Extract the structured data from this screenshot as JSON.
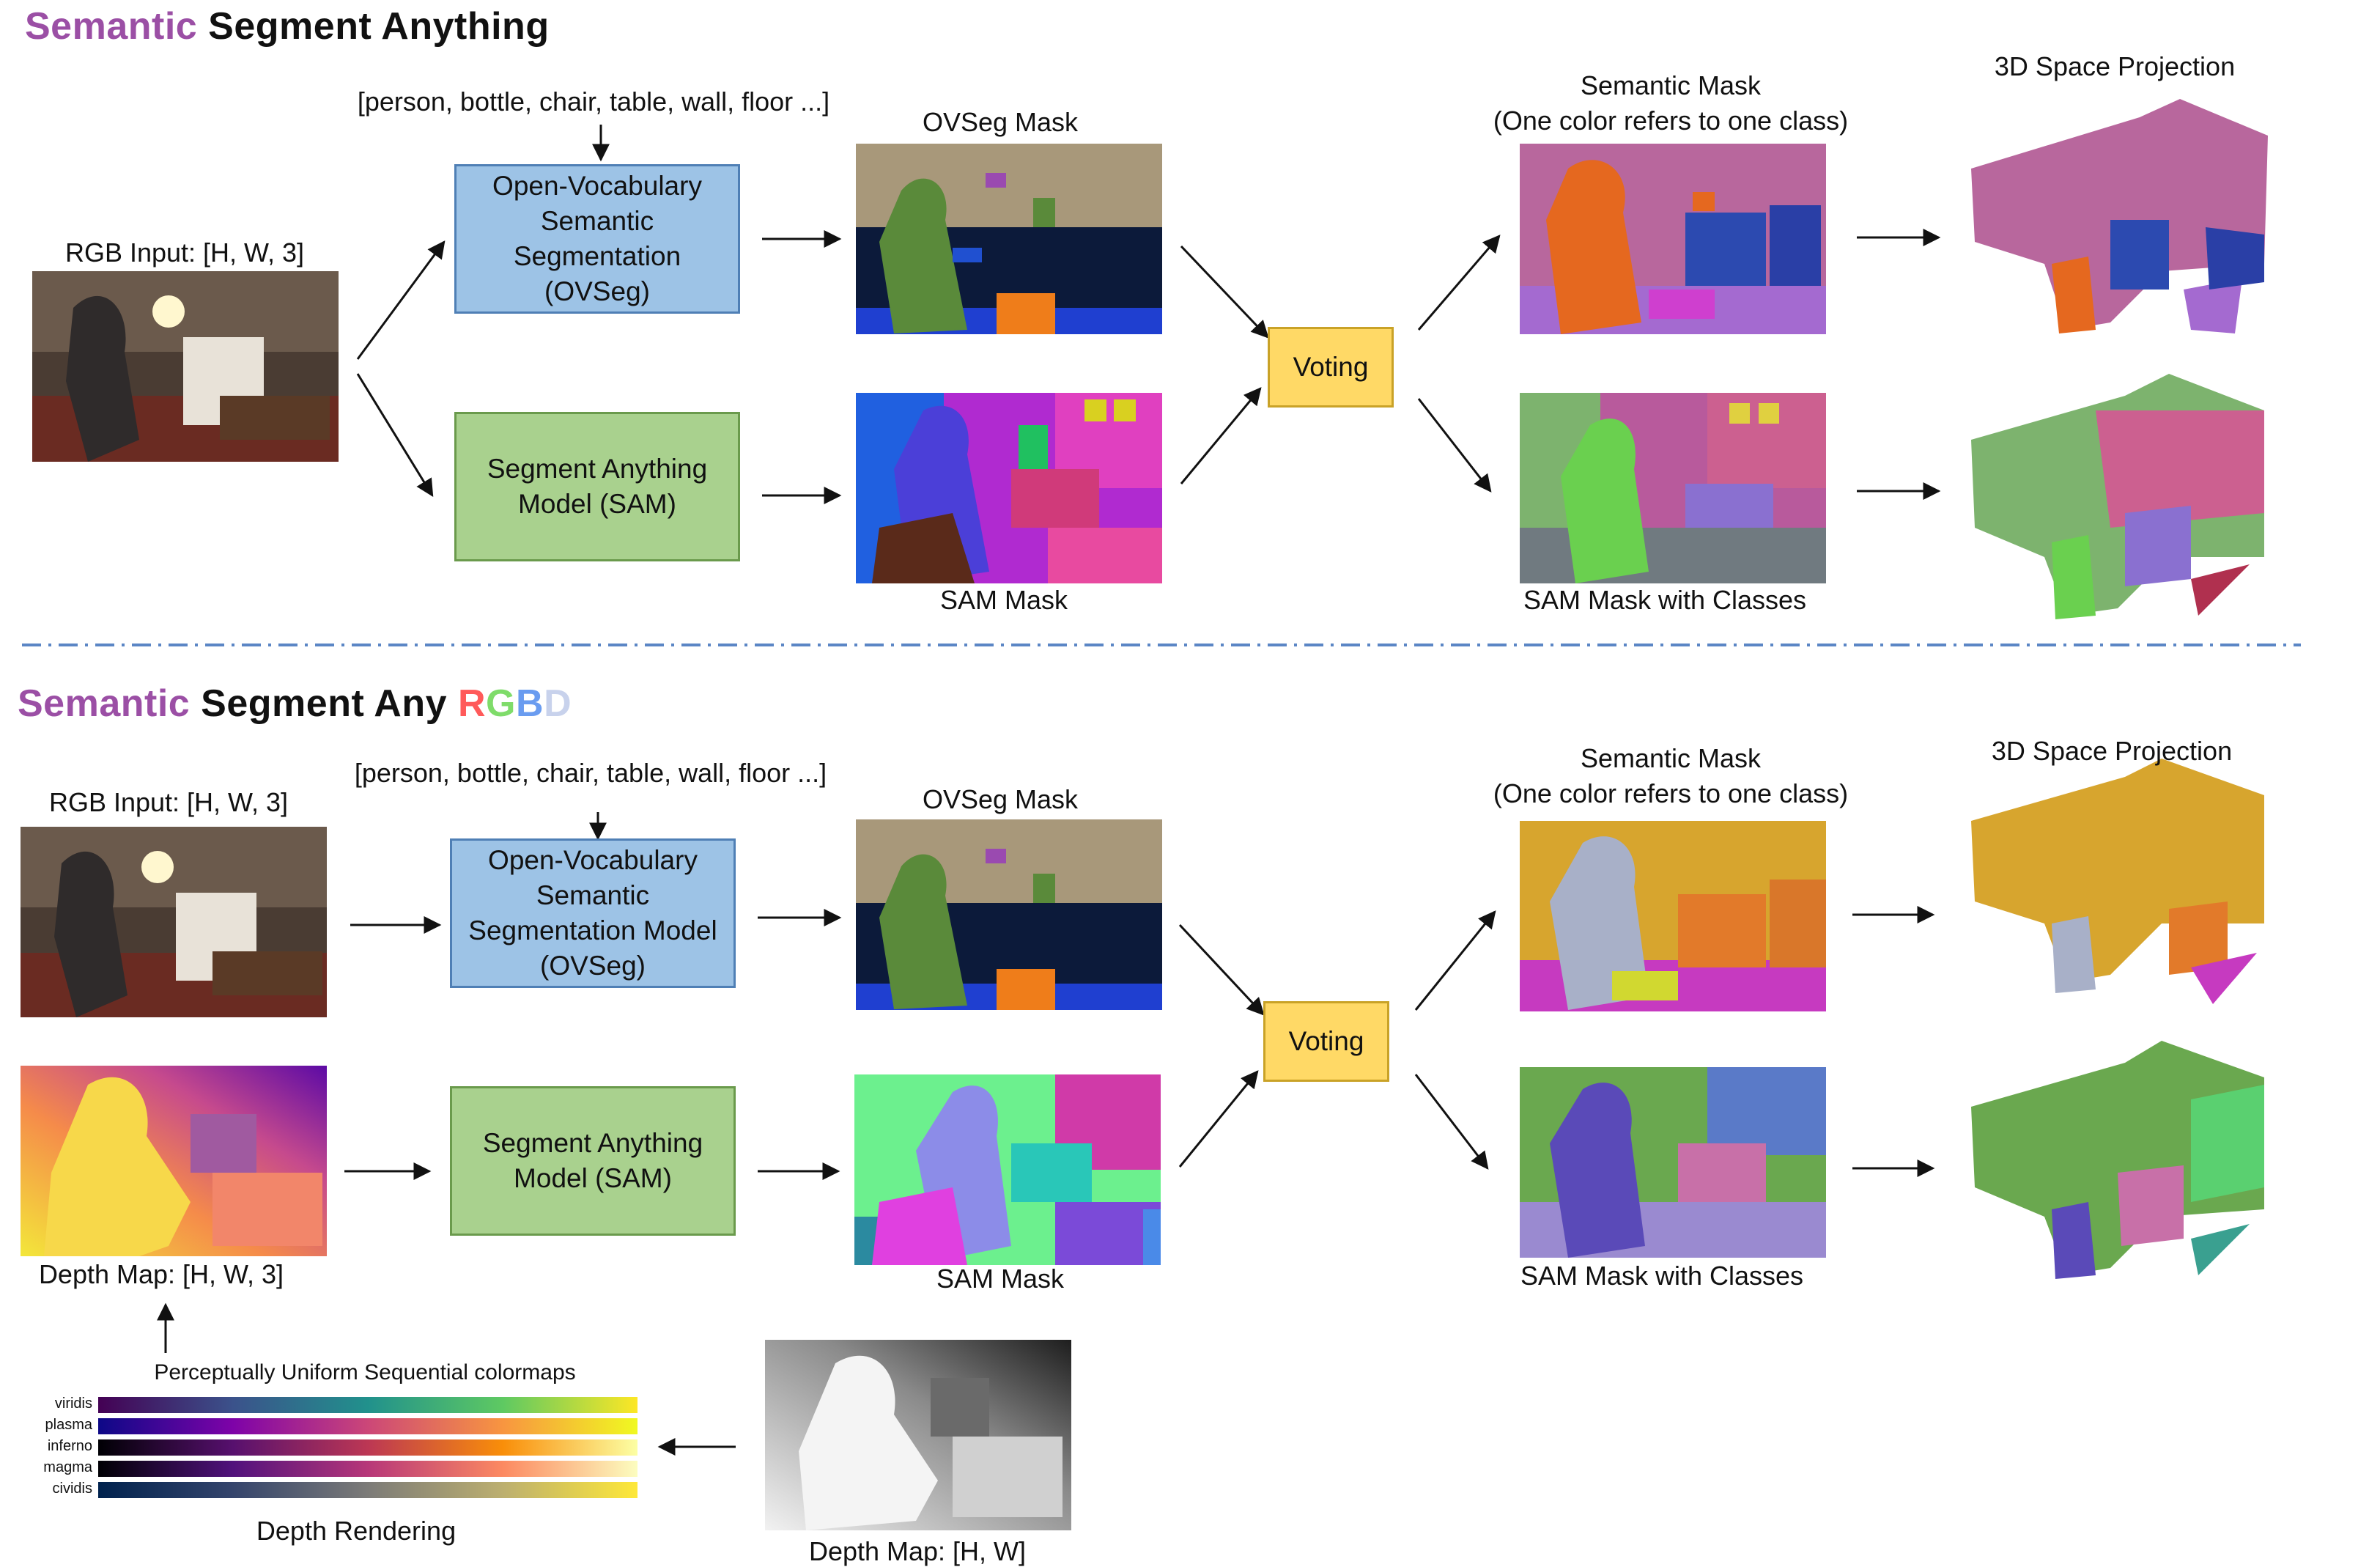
{
  "colors": {
    "accent_purple": "#9b4fa5",
    "box_blue": "#9dc3e6",
    "box_green": "#a9d18e",
    "box_yellow": "#ffd966",
    "divider": "#5b86c5"
  },
  "top": {
    "title_part1": "Semantic",
    "title_part2": "Segment Anything",
    "class_list": "[person, bottle, chair, table, wall, floor ...]",
    "rgb_input": "RGB Input: [H, W, 3]",
    "ovseg_box": "Open-Vocabulary Semantic Segmentation (OVSeg)",
    "sam_box": "Segment Anything Model (SAM)",
    "ovseg_mask": "OVSeg Mask",
    "sam_mask": "SAM Mask",
    "voting": "Voting",
    "semantic_mask_line1": "Semantic Mask",
    "semantic_mask_line2": "(One color refers to one class)",
    "sam_mask_classes": "SAM Mask with Classes",
    "projection": "3D Space Projection"
  },
  "bottom": {
    "title_part1": "Semantic",
    "title_part2": "Segment Any",
    "title_letters": [
      "R",
      "G",
      "B",
      "D"
    ],
    "class_list": "[person, bottle, chair, table, wall, floor ...]",
    "rgb_input": "RGB Input: [H, W, 3]",
    "ovseg_box": "Open-Vocabulary Semantic Segmentation Model (OVSeg)",
    "sam_box": "Segment Anything Model (SAM)",
    "ovseg_mask": "OVSeg Mask",
    "sam_mask": "SAM Mask",
    "voting": "Voting",
    "semantic_mask_line1": "Semantic Mask",
    "semantic_mask_line2": "(One color refers to one class)",
    "sam_mask_classes": "SAM Mask with Classes",
    "projection": "3D Space Projection",
    "depth_map_3": "Depth Map: [H, W, 3]",
    "depth_map_raw": "Depth Map: [H, W]",
    "depth_rendering": "Depth Rendering",
    "colormap_title": "Perceptually Uniform Sequential colormaps",
    "colormaps": [
      "viridis",
      "plasma",
      "inferno",
      "magma",
      "cividis"
    ]
  }
}
